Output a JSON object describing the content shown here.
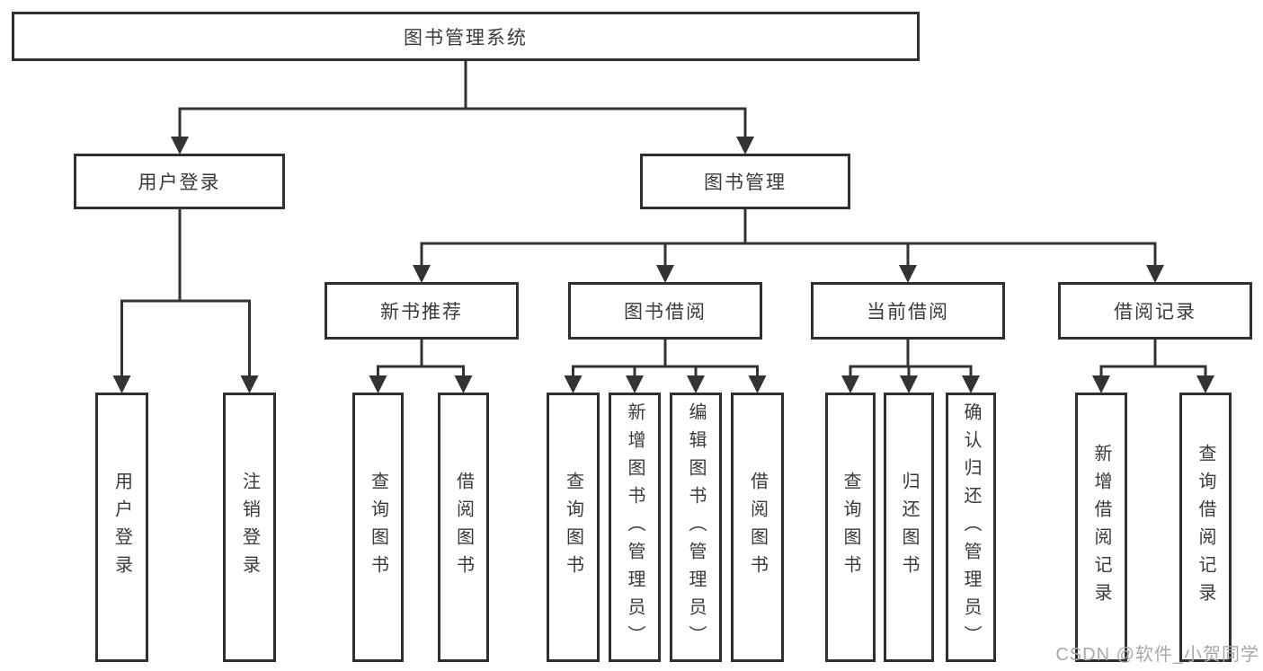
{
  "diagram": {
    "root": {
      "label": "图书管理系统"
    },
    "branches": [
      {
        "label": "用户登录",
        "children": [
          {
            "label": "用户登录"
          },
          {
            "label": "注销登录"
          }
        ]
      },
      {
        "label": "图书管理",
        "children": [
          {
            "label": "新书推荐",
            "children": [
              {
                "label": "查询图书"
              },
              {
                "label": "借阅图书"
              }
            ]
          },
          {
            "label": "图书借阅",
            "children": [
              {
                "label": "查询图书"
              },
              {
                "label": "新增图书（管理员）"
              },
              {
                "label": "编辑图书（管理员）"
              },
              {
                "label": "借阅图书"
              }
            ]
          },
          {
            "label": "当前借阅",
            "children": [
              {
                "label": "查询图书"
              },
              {
                "label": "归还图书"
              },
              {
                "label": "确认归还（管理员）"
              }
            ]
          },
          {
            "label": "借阅记录",
            "children": [
              {
                "label": "新增借阅记录"
              },
              {
                "label": "查询借阅记录"
              }
            ]
          }
        ]
      }
    ],
    "line_color": "#333333",
    "box_border_color": "#2f2f2f",
    "text_color": "#3a3a3a"
  },
  "watermark": {
    "text": "CSDN @软件_小贺同学",
    "color": "#a8a8a8"
  }
}
